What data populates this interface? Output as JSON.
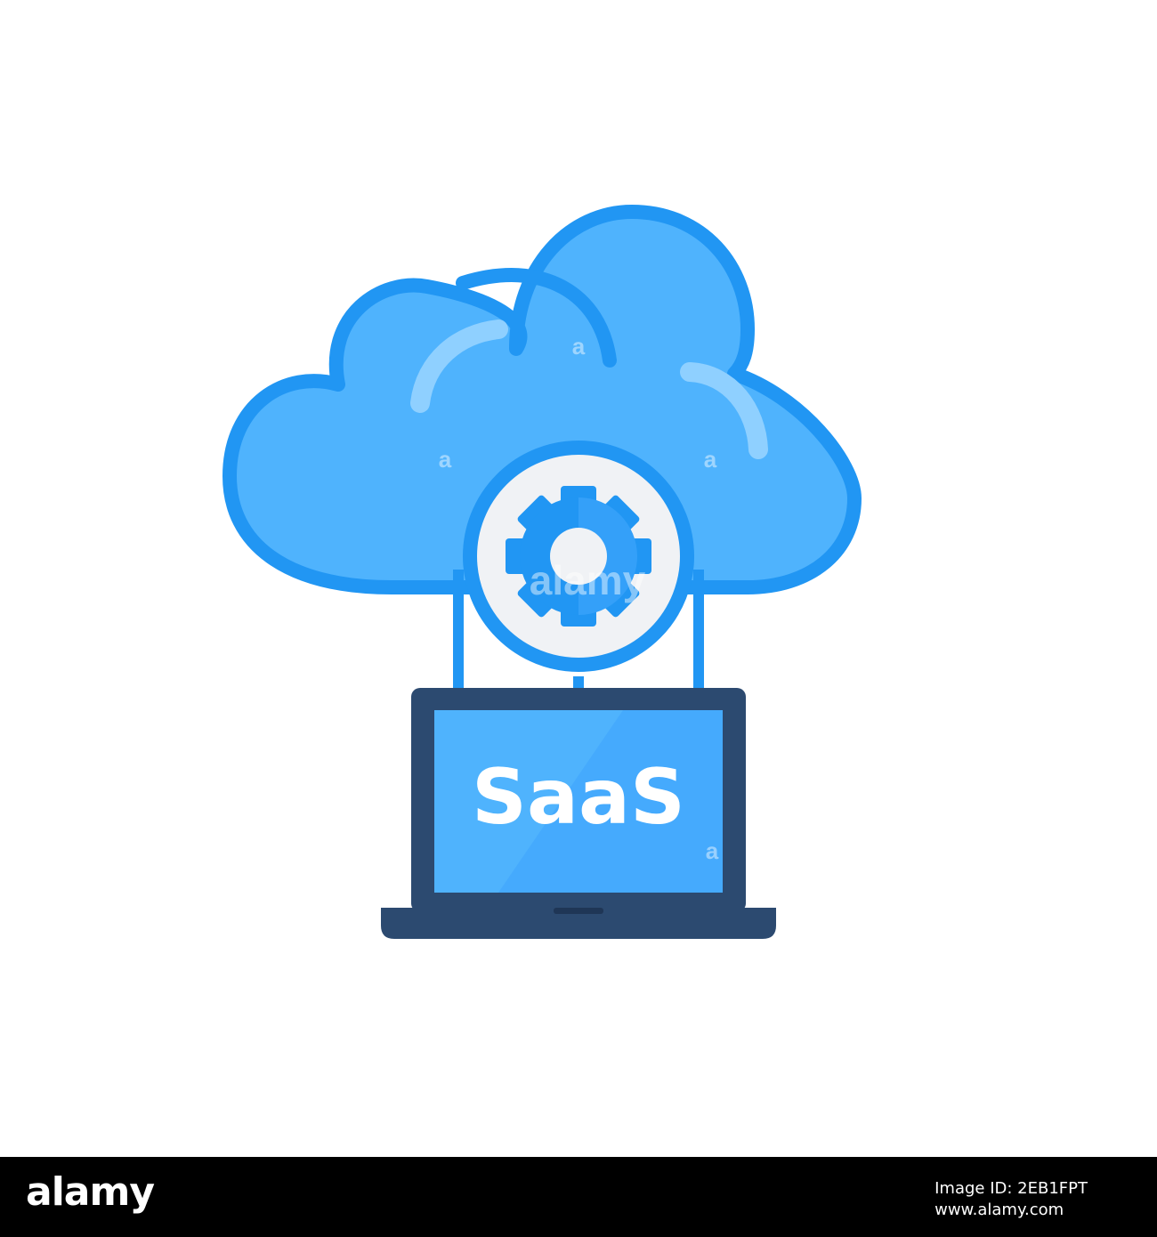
{
  "illustration": {
    "screen_label": "SaaS",
    "colors": {
      "cloud_fill": "#4FB3FD",
      "cloud_outline": "#2196F3",
      "highlight": "#8FD0FF",
      "gear_ring": "#F0F2F5",
      "gear": "#2196F3",
      "laptop_body": "#2C4A70",
      "laptop_screen": "#45AAFD",
      "background": "#FFFFFF"
    },
    "watermark": {
      "center_text": "alamy",
      "small_mark": "a"
    }
  },
  "footer": {
    "logo_text": "alamy",
    "image_id_line1": "Image ID: 2EB1FPT",
    "image_id_line2": "www.alamy.com"
  }
}
